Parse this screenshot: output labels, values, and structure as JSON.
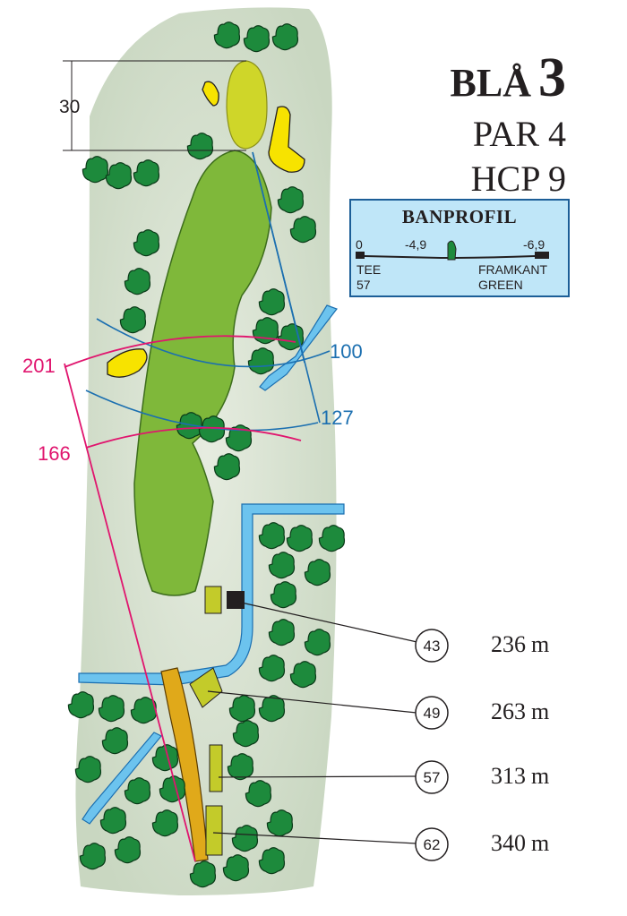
{
  "hole": {
    "tee_color": "BLÅ",
    "number": "3",
    "par": "PAR 4",
    "hcp": "HCP 9"
  },
  "profile": {
    "title": "BANPROFIL",
    "start_value": "0",
    "mid_value": "-4,9",
    "end_value": "-6,9",
    "tee_label": "TEE",
    "tee_number": "57",
    "front_label": "FRAMKANT",
    "green_label": "GREEN"
  },
  "green_depth": "30",
  "lines": {
    "red_201": "201",
    "red_166": "166",
    "blue_100": "100",
    "blue_127": "127"
  },
  "tees": [
    {
      "marker": "43",
      "distance": "236",
      "unit": "m"
    },
    {
      "marker": "49",
      "distance": "263",
      "unit": "m"
    },
    {
      "marker": "57",
      "distance": "313",
      "unit": "m"
    },
    {
      "marker": "62",
      "distance": "340",
      "unit": "m"
    }
  ],
  "colors": {
    "rough": "#d9e3d1",
    "fairway": "#7fb83a",
    "green": "#cfd629",
    "bunker": "#f7e300",
    "water": "#6cc3ee",
    "tree": "#1d8a3c",
    "red_line": "#e0156e",
    "blue_line": "#1b6fb0",
    "path": "#e0a91a"
  }
}
